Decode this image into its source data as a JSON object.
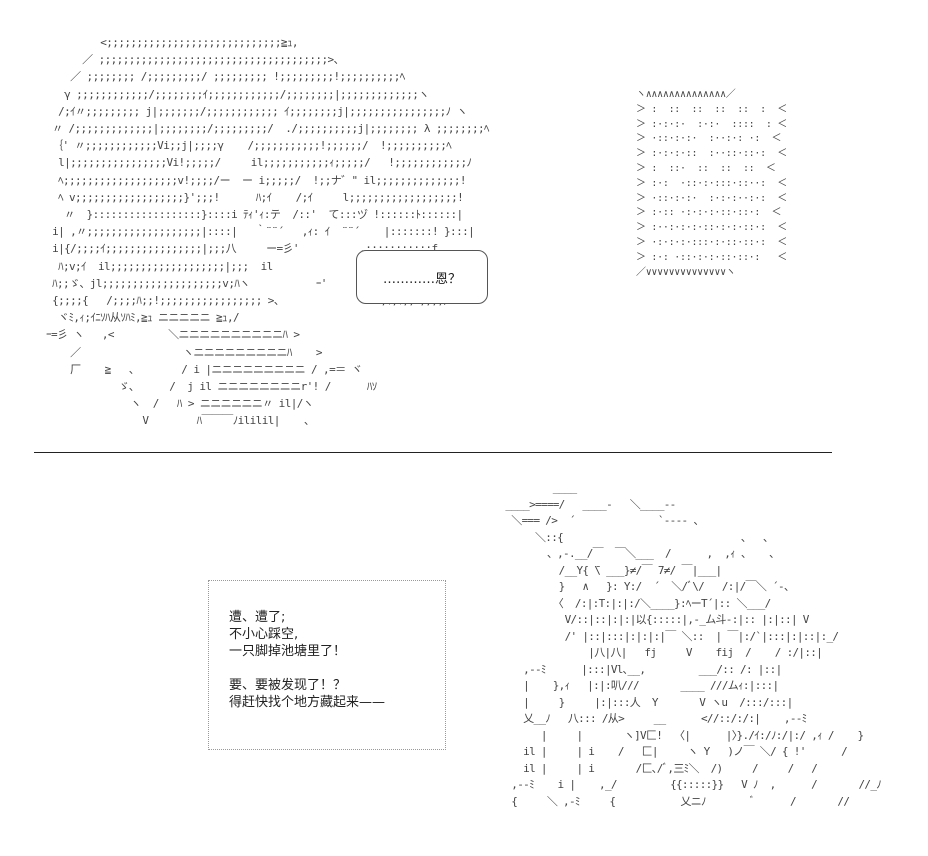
{
  "bubble_text": "…………恩？",
  "narration": {
    "lines_a": [
      "遭、遭了;",
      "不小心踩空,",
      "一只脚掉池塘里了！"
    ],
    "lines_b": [
      "要、要被发现了！？",
      "得赶快找个地方藏起来——"
    ]
  },
  "art": {
    "girl": "           <;;;;;;;;;;;;;;;;;;;;;;;;;;;;;≧ｭ,\n        ／ ;;;;;;;;;;;;;;;;;;;;;;;;;;;;;;;;;;;;;;>、\n      ／ ;;;;;;;; /;;;;;;;;;/ ;;;;;;;;; !;;;;;;;;;!;;;;;;;;;;ﾍ\n     γ ;;;;;;;;;;;;/;;;;;;;;ｲ;;;;;;;;;;;;/;;;;;;;;|;;;;;;;;;;;;;ヽ\n    /;ｲ〃;;;;;;;;; j|;;;;;;;/;;;;;;;;;;;; ｲ;;;;;;;;j|;;;;;;;;;;;;;;;;ﾉ ヽ\n   〃 /;;;;;;;;;;;;;|;;;;;;;;/;;;;;;;;;/  ./;;;;;;;;;;j|;;;;;;;; λ ;;;;;;;;ﾍ\n   ｛' 〃;;;;;;;;;;;;Vi;;j|;;;;γ    /;;;;;;;;;;;!;;;;;;/  !;;;;;;;;;;ﾍ\n    l|;;;;;;;;;;;;;;;;Vi!;;;;;/     il;;;;;;;;;;;ｨ;;;;;/   !;;;;;;;;;;;;ﾉ\n    ﾍ;;;;;;;;;;;;;;;;;;;v!;;;;/ー  ー i;;;;;/  !;;ナ゛\" il;;;;;;;;;;;;;;!\n    ﾍ v;;;;;;;;;;;;;;;;;;}';;;!      ﾊ;ｲ    /;ｲ     l;;;;;;;;;;;;;;;;;;!\n     〃  }::::::::::::::::::}::::i ﾃｨ'ｨ:テ  /::'  て:::ヅ !::::::ﾄ::::::|\n   i| ,〃;;;;;;;;;;;;;;;;;;;|::::|   ｀¨¨´   ,ｨ: ｲ  ¨¨´    |:::::::! }:::|\n   i|{/;;;;ｲ;;;;;;;;;;;;;;;;|;;;八     ー=彡'          ,:::::::::::f\n    ﾊ;v;ｲ  il;;;;;;;;;;;;;;;;;;;|;;;  il                    /;;;;;;;;|\n   ﾊ;;ゞ、jl;;;;;;;;;;;;;;;;;;;;v;ﾊヽ           ｰ'          ｲ;;;;;;;;/乂\n   {;;;;{   /;;;;ﾊ;;!;;;;;;;;;;;;;;;;; >、                ,ｨ;ｲ;;ﾊ;;;;/\n    ヾﾐ,ｨ;ｲﾆｿﾊ从ｿﾊﾐ,≧ｭ ニニニニニ ≧ｭ,/\n  ｰ=彡 ヽ   ,<         ＼ニニニニニニニニニニﾊ >\n      ／                 ヽニニニニニニニニニﾊ    >\n      厂    ≧   、       / i |ニニニニニニニニニ / ,=＝ ヾ\n              ゞ、     /  j il ニニニニニニニニr'! /      ﾊｿ\n                ヽ  /   ﾊ > ニニニニニニ〃 il|/ヽ\n                  V        ﾊ￣￣￣ﾉililil|    、",
    "stamp": "ヽ∧∧∧∧∧∧∧∧∧∧∧∧∧∧／\n＞ :  ::  ::  ::  ::  :  ＜\n＞ :·:·:·  :·:·  ::::  : ＜\n＞ ·::·:·:·  :··:·: ·:  ＜\n＞ :·:·:·::  :··::·::·:  ＜\n＞ :  ::·  ::  ::  ::  ＜\n＞ :·:  ·::·:·:::·::··:  ＜\n＞ ·::·:·:·  :·:·:··:·:  ＜\n＞ :·:: ·:·:·:·::·::·:  ＜\n＞ :··:·:·:·::·:·:·::·:  ＜\n＞ ·:·:·:·:::·:·::·::·:  ＜\n＞ :·: ·::·:·:·::·::·:   ＜\n／∨∨∨∨∨∨∨∨∨∨∨∨∨∨ヽ",
    "creature": "                ____\n        ____>====/   ____-   ＼____--\n         ＼=== />  ´              `---- 、\n             ＼::{                              、  、\n               、,-.__/￣  ￣＼___  /      ,  ,ｨ 、   、\n                 /__Y{ ̄\\ ___}≠/￣ 7≠/ ￣|___|\n                 }   ∧   }: Y:/  ´  ＼/ﾞ\\/   /:|/￣＼ ´-、\n                〈  /:|:T:|:|:/＼____}:ﾍーT´|:: ＼___/\n                  V/::|::|:|:|以{:::::|,-_ム斗-:|:: |:|::| V\n                  /' |::|:::|:|:|:|￣ ＼::  | ￣|:/`|:::|:|::|:_/\n                      |八|八|   fj     V    fij  /    / :/|::|\n           ,--ﾐ      |:::|Vl､__,         ___/:: /: |::|\n           |    },ｨ   |:|:叭///       ____ ///ムｨ:|:::|\n           |     }     |:|:::人  Y       V ヽu  /:::/:::|\n           乂__ﾉ   八::: /从>     __      <//::/:/:|    ,--ﾐ\n              |     |       ヽ]V匚!  〈|      |〉}./ｲ:/ﾉ:/|:/ ,ｨ /    }\n           il |     | i    /   匚|     ヽ Y   )ノ￣ ＼/ { !'      /\n           il |     | i       /匚､/ﾞ,三ﾐ＼  /)     /     /   /\n         ,--ﾐ    i |    ,_/         {{:::::}}   V ﾉ  ,      /       //_ﾉ\n         {     ＼ ,-ﾐ     {           乂ニﾉ        ﾞ      /       //"
  }
}
